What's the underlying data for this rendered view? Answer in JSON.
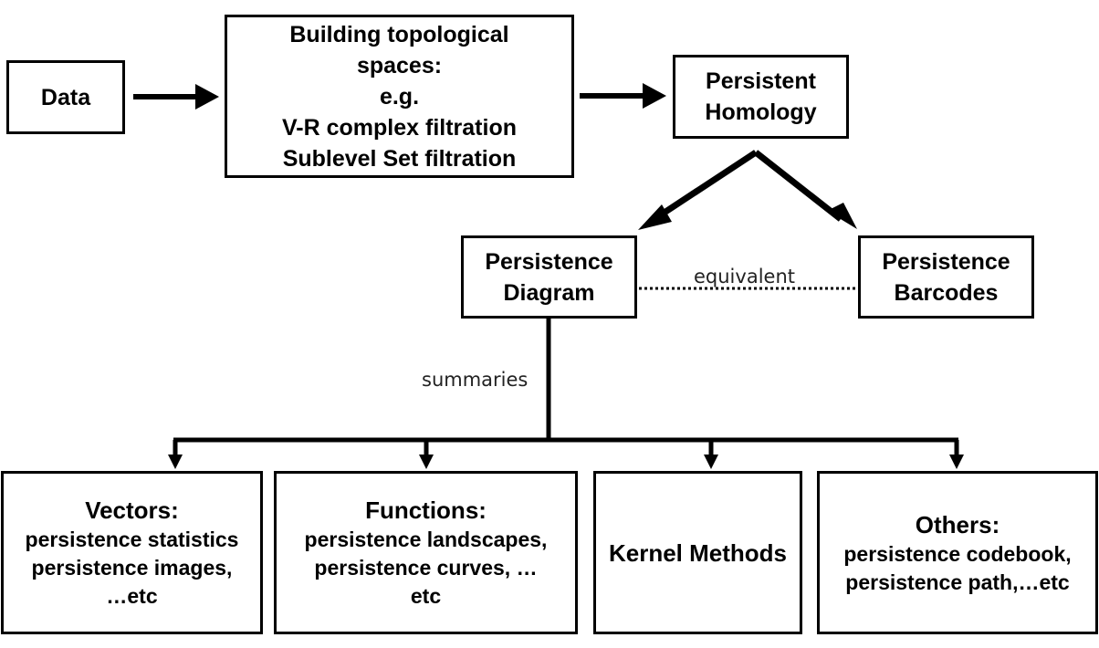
{
  "nodes": {
    "data": {
      "lines": [
        "Data"
      ]
    },
    "building": {
      "lines": [
        "Building topological",
        "spaces:",
        "e.g.",
        "V-R complex filtration",
        "Sublevel Set filtration"
      ]
    },
    "persistent_homology": {
      "lines": [
        "Persistent",
        "Homology"
      ]
    },
    "persistence_diagram": {
      "lines": [
        "Persistence",
        "Diagram"
      ]
    },
    "persistence_barcodes": {
      "lines": [
        "Persistence",
        "Barcodes"
      ]
    },
    "vectors": {
      "heading": "Vectors:",
      "lines": [
        "persistence statistics",
        "persistence images,",
        "…etc"
      ]
    },
    "functions": {
      "heading": "Functions:",
      "lines": [
        "persistence landscapes,",
        "persistence curves, …",
        "etc"
      ]
    },
    "kernel_methods": {
      "lines": [
        "Kernel Methods"
      ]
    },
    "others": {
      "heading": "Others:",
      "lines": [
        "persistence codebook,",
        "persistence path,…etc"
      ]
    }
  },
  "edge_labels": {
    "equivalent": "equivalent",
    "summaries": "summaries"
  }
}
